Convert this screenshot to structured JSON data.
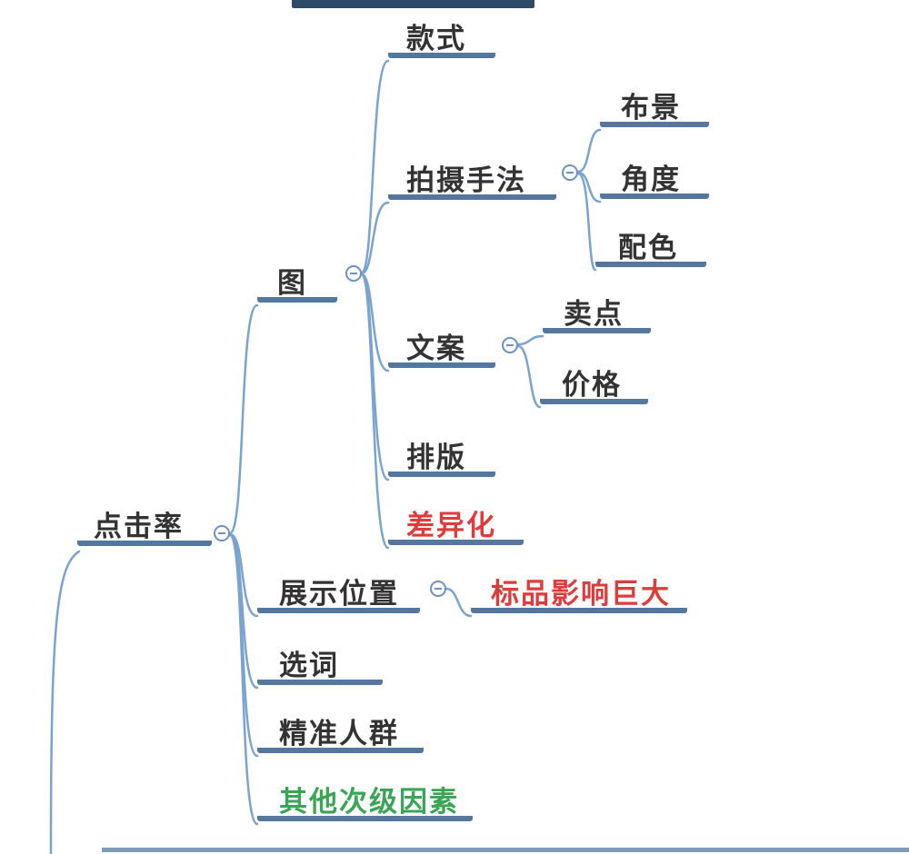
{
  "mindmap": {
    "root": {
      "label": "点击率"
    },
    "nodes": {
      "image": {
        "label": "图"
      },
      "style": {
        "label": "款式"
      },
      "photography": {
        "label": "拍摄手法"
      },
      "scene": {
        "label": "布景"
      },
      "angle": {
        "label": "角度"
      },
      "color_scheme": {
        "label": "配色"
      },
      "copywriting": {
        "label": "文案"
      },
      "selling_point": {
        "label": "卖点"
      },
      "price": {
        "label": "价格"
      },
      "layout": {
        "label": "排版"
      },
      "differentiation": {
        "label": "差异化"
      },
      "display_position": {
        "label": "展示位置"
      },
      "standard_product_impact": {
        "label": "标品影响巨大"
      },
      "word_selection": {
        "label": "选词"
      },
      "precise_audience": {
        "label": "精准人群"
      },
      "other_secondary_factors": {
        "label": "其他次级因素"
      }
    },
    "icons": {
      "collapse": "minus-in-circle"
    },
    "colors": {
      "underline": "#55779e",
      "top_bar": "#2d4b69",
      "line": "#7aa3cf",
      "text": "#333333",
      "red": "#e03b3b",
      "green": "#3aa655",
      "icon": "#6a93c0",
      "bottom_bar": "#7f9cb8"
    }
  }
}
